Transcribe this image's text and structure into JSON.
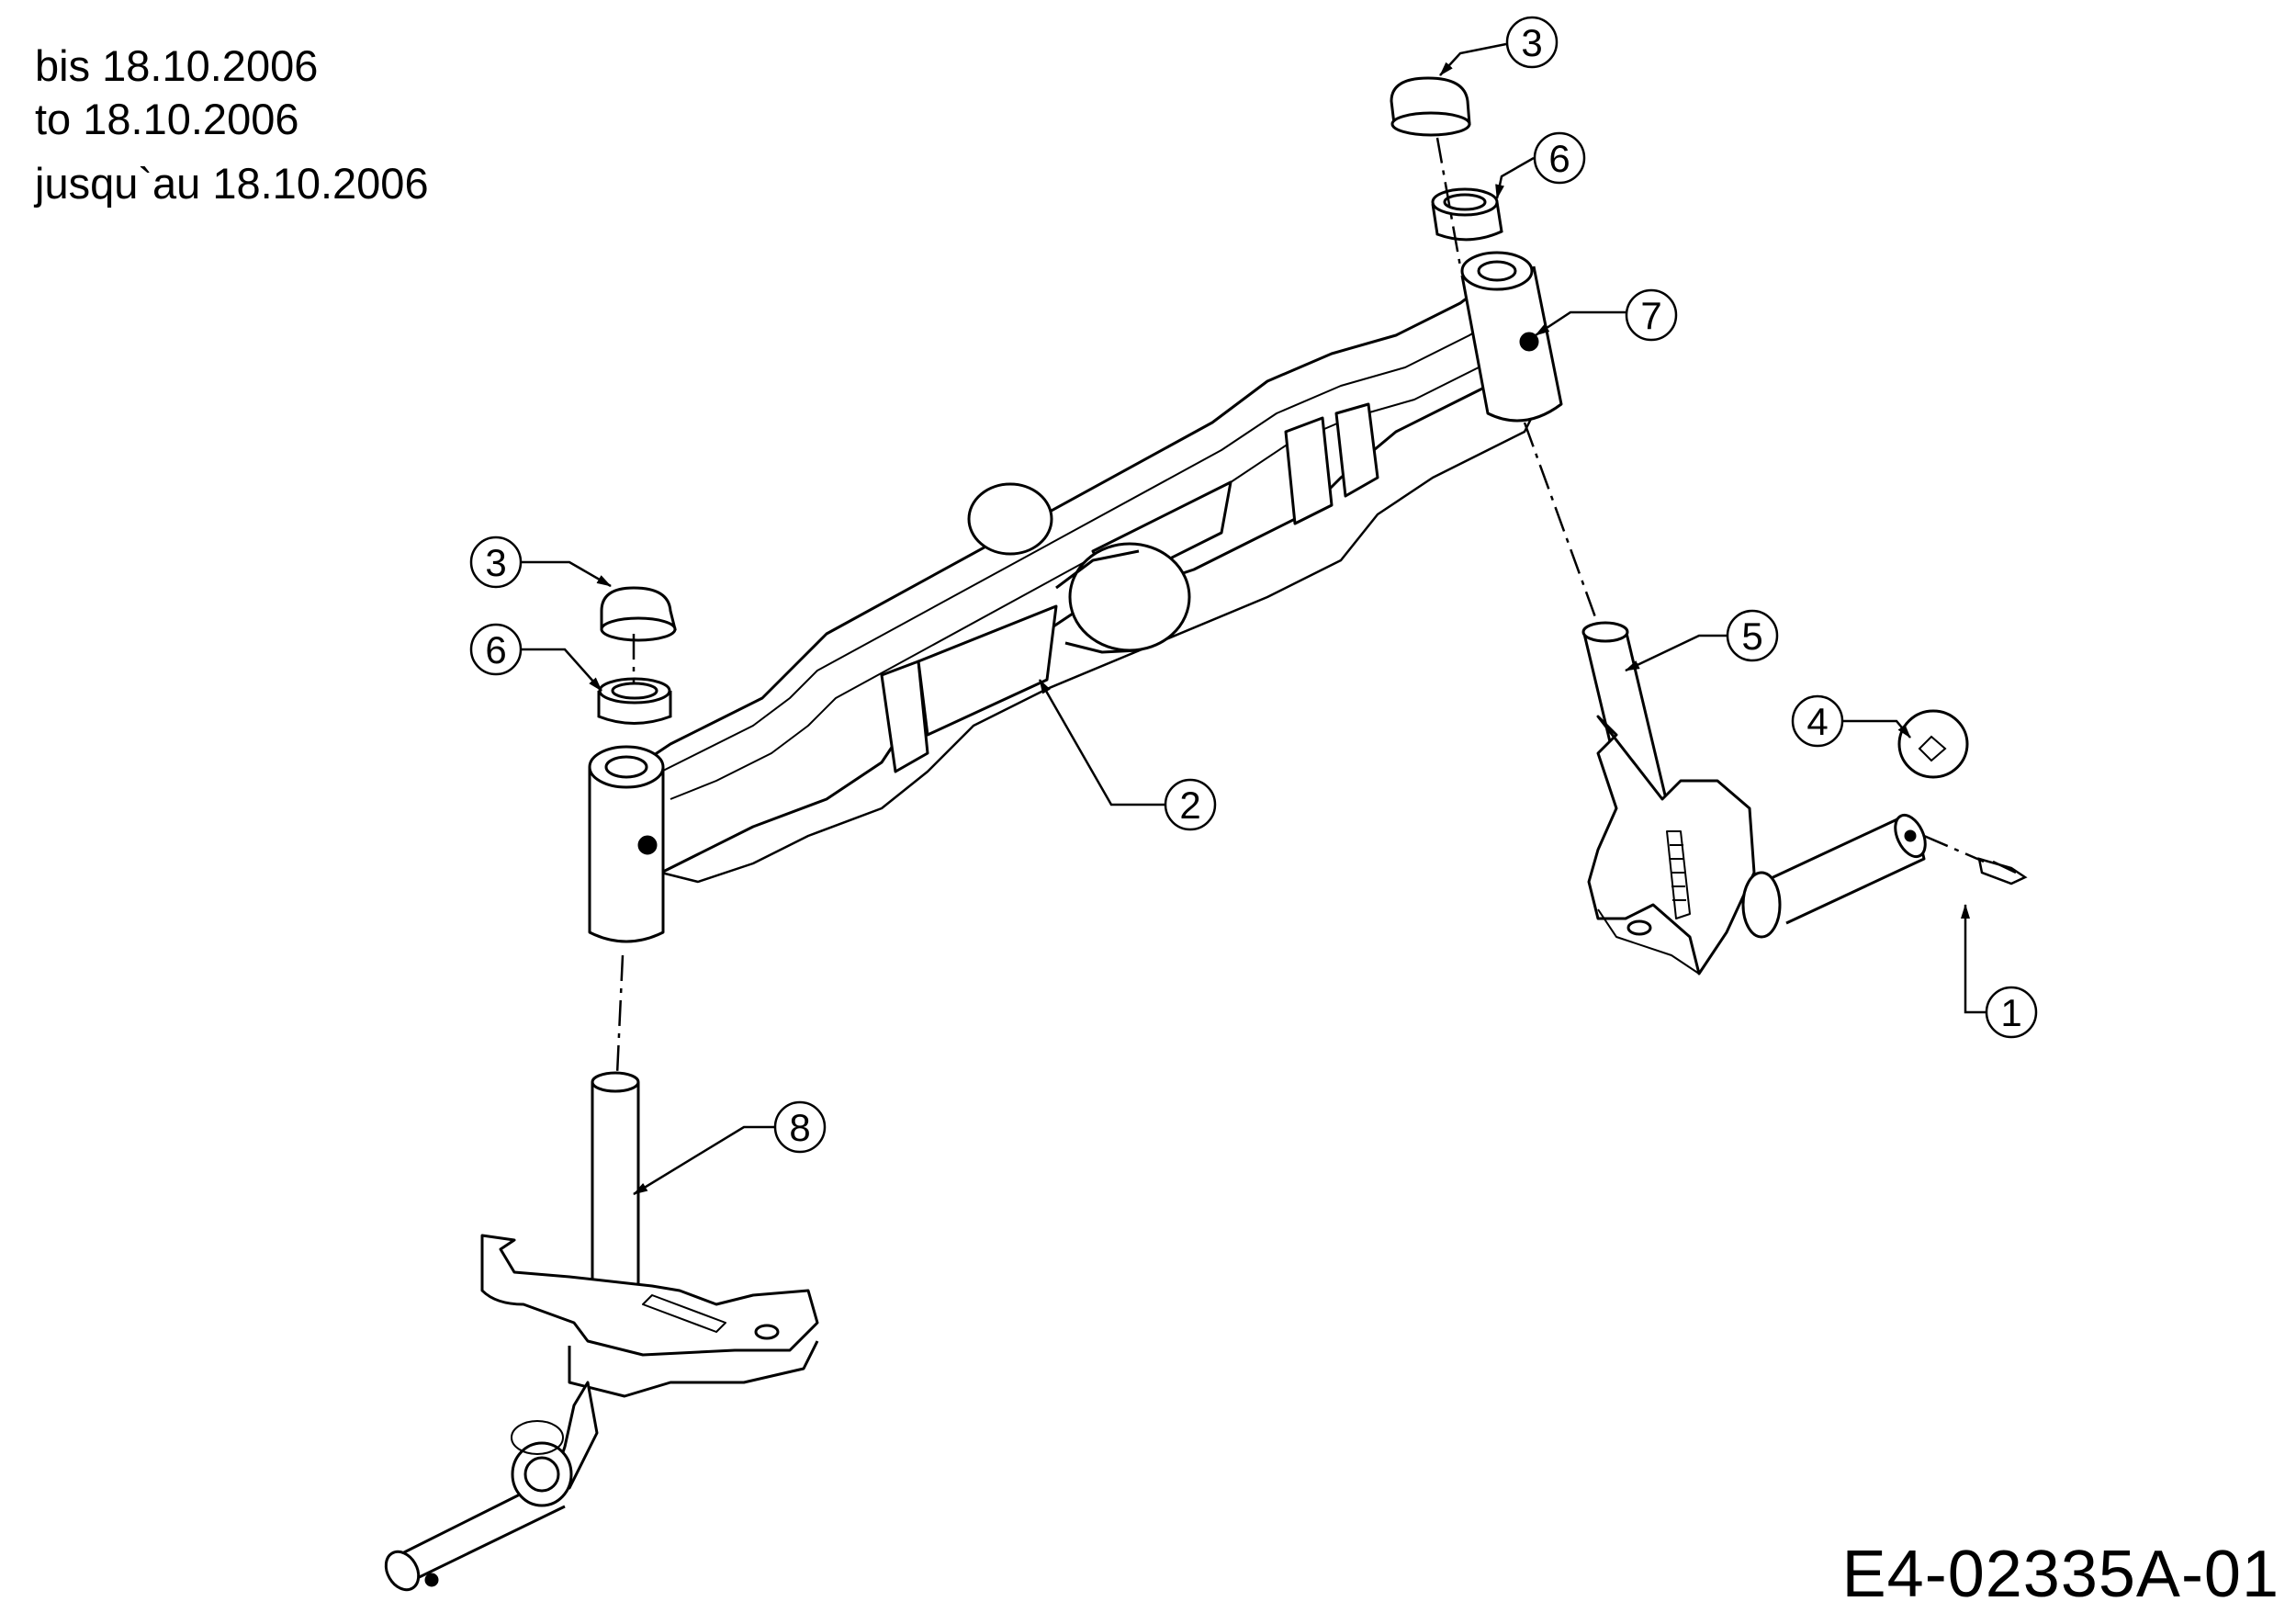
{
  "date_note": {
    "line_de": "bis 18.10.2006",
    "line_en": "to 18.10.2006",
    "line_fr": "jusqu`au 18.10.2006"
  },
  "drawing_id": "E4-02335A-01",
  "callouts": {
    "part_1": "1",
    "part_2": "2",
    "part_3_right": "3",
    "part_3_left": "3",
    "part_4": "4",
    "part_5": "5",
    "part_6_right": "6",
    "part_6_left": "6",
    "part_7": "7",
    "part_8": "8"
  }
}
